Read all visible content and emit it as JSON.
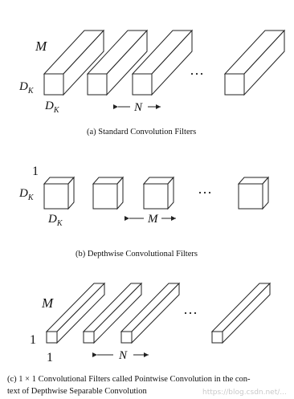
{
  "panels": [
    {
      "id": "a",
      "label_top": "M",
      "label_left_main": "D",
      "label_left_sub": "K",
      "label_bottom_main": "D",
      "label_bottom_sub": "K",
      "count_label": "N",
      "ellipsis": "···",
      "caption": "(a)  Standard Convolution Filters"
    },
    {
      "id": "b",
      "label_top": "1",
      "label_left_main": "D",
      "label_left_sub": "K",
      "label_bottom_main": "D",
      "label_bottom_sub": "K",
      "count_label": "M",
      "ellipsis": "···",
      "caption": "(b)  Depthwise Convolutional Filters"
    },
    {
      "id": "c",
      "label_top": "M",
      "label_left": "1",
      "label_bottom": "1",
      "count_label": "N",
      "ellipsis": "···",
      "caption_line1": "(c)  1 × 1 Convolutional Filters called Pointwise Convolution in the con-",
      "caption_line2": "text of Depthwise Separable Convolution"
    }
  ],
  "watermark": "https://blog.csdn.net/..."
}
